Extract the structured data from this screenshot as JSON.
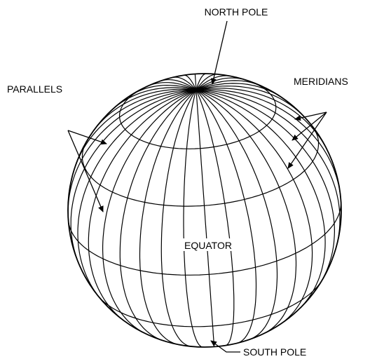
{
  "labels": {
    "north_pole": "NORTH POLE",
    "south_pole": "SOUTH POLE",
    "parallels": "PARALLELS",
    "meridians": "MERIDIANS",
    "equator": "EQUATOR"
  },
  "globe": {
    "meridian_count": 36,
    "parallel_latitudes_deg": [
      -30,
      0,
      30,
      55
    ],
    "tilt_deg": 28,
    "rotation_deg": 4,
    "stroke_color": "#000000",
    "background_color": "#ffffff"
  }
}
